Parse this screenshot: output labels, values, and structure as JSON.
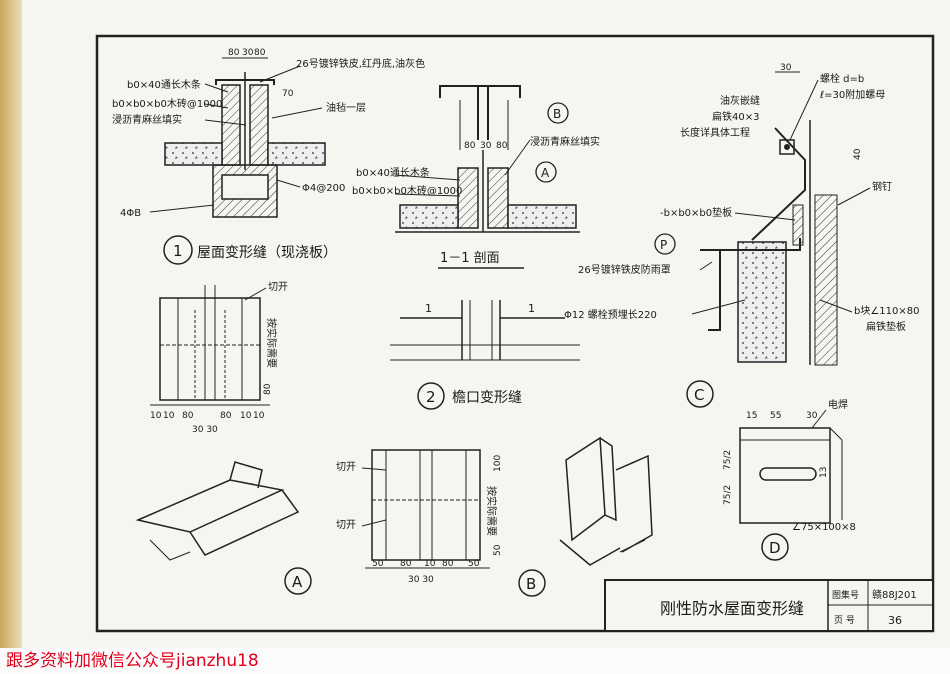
{
  "sheet": {
    "title": "刚性防水屋面变形缝",
    "atlas_label": "图集号",
    "atlas_value": "赣88J201",
    "page_label": "页 号",
    "page_value": "36"
  },
  "detail1": {
    "number": "1",
    "caption": "屋面变形缝（现浇板）",
    "dim_top": [
      "80",
      "30",
      "80"
    ],
    "dim_right": "70",
    "labels": {
      "strip": "b0×40通长木条",
      "brick": "b0×b0×b0木砖@1000",
      "fill": "浸沥青麻丝填实",
      "sheet_metal": "26号镀锌铁皮,红丹底,油灰色",
      "felt": "油毡一层",
      "rebar": "Φ4@200",
      "bars": "4ΦB"
    }
  },
  "section11": {
    "caption": "1－1 剖面",
    "marker_b": "B",
    "marker_a": "A",
    "dims": [
      "80",
      "30",
      "80"
    ],
    "labels": {
      "fill": "浸沥青麻丝填实",
      "strip": "b0×40通长木条",
      "brick": "b0×b0×b0木砖@1000"
    }
  },
  "detail2": {
    "number": "2",
    "caption": "檐口变形缝",
    "cut_mark": "1"
  },
  "detailC": {
    "marker": "C",
    "marker_p": "P",
    "dim_top": "30",
    "dim_side": "40",
    "labels": {
      "bolt": "螺栓 d=b",
      "bolt2": "ℓ=30附加螺母",
      "putty": "油灰嵌缝",
      "flat_iron": "扁铁40×3",
      "length": "长度详具体工程",
      "nail": "钢钉",
      "pad": "-b×b0×b0垫板",
      "hood": "26号镀锌铁皮防雨罩",
      "embed": "Φ12 螺栓预埋长220",
      "angle": "b块∠110×80",
      "flat_pad": "扁铁垫板"
    }
  },
  "unfoldTop": {
    "cut": "切开",
    "vert": "按实际需要",
    "dim_bottom": [
      "10",
      "10",
      "80",
      "80",
      "10",
      "10"
    ],
    "dim_mid": "30 30",
    "dim_side": "80"
  },
  "unfoldB": {
    "cut1": "切开",
    "cut2": "切开",
    "vert": "按实际需要",
    "dim_top": "100",
    "dim_side": "50",
    "dim_bottom": [
      "50",
      "80",
      "10",
      "80",
      "50"
    ],
    "dim_mid": "30 30"
  },
  "isoA": {
    "marker": "A"
  },
  "isoB": {
    "marker": "B"
  },
  "detailD": {
    "marker": "D",
    "weld": "电焊",
    "dims_top": [
      "15",
      "55",
      "30"
    ],
    "dims_left": [
      "75/2",
      "75/2"
    ],
    "dim_right": "13",
    "angle": "∠75×100×8"
  },
  "watermark": "跟多资料加微信公众号jianzhu18"
}
